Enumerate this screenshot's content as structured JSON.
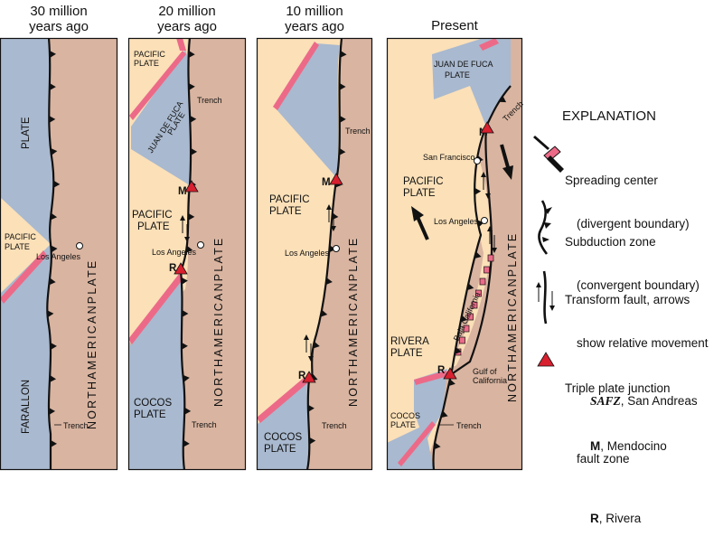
{
  "stages": [
    {
      "title_line1": "30 million",
      "title_line2": "years ago"
    },
    {
      "title_line1": "20 million",
      "title_line2": "years ago"
    },
    {
      "title_line1": "10 million",
      "title_line2": "years ago"
    },
    {
      "title_line1": "Present",
      "title_line2": ""
    }
  ],
  "labels": {
    "plate": "PLATE",
    "pacific": "PACIFIC",
    "pacific_plate": "PACIFIC PLATE",
    "farallon": "FARALLON",
    "north_american": "NORTHAMERICANPLATE",
    "los_angeles": "Los Angeles",
    "san_francisco": "San Francisco",
    "trench": "Trench",
    "juan_de_fuca": "JUAN DE FUCA",
    "cocos": "COCOS",
    "rivera": "RIVERA",
    "m": "M",
    "r": "R",
    "baja_california": "Baja California",
    "gulf_line1": "Gulf of",
    "gulf_line2": "California"
  },
  "explanation": {
    "title": "EXPLANATION",
    "spreading_line1": "Spreading center",
    "spreading_line2": "(divergent boundary)",
    "subduction_line1": "Subduction zone",
    "subduction_line2": "(convergent boundary)",
    "transform_line1": "Transform fault, arrows",
    "transform_line2": "show relative movement",
    "transform_line3_abbr": "SAFZ",
    "transform_line3_rest": ", San Andreas",
    "transform_line4": "fault zone",
    "triple_line1": "Triple plate junction",
    "triple_m": "M",
    "triple_m_rest": ", Mendocino",
    "triple_r": "R",
    "triple_r_rest": ", Rivera"
  },
  "colors": {
    "ocean_plate": "#a9b9cf",
    "pacific_plate": "#fbe0b8",
    "north_american_plate": "#d9b4a0",
    "spreading_center": "#ec6a88",
    "triple_junction": "#d8202f",
    "outline": "#111111"
  }
}
